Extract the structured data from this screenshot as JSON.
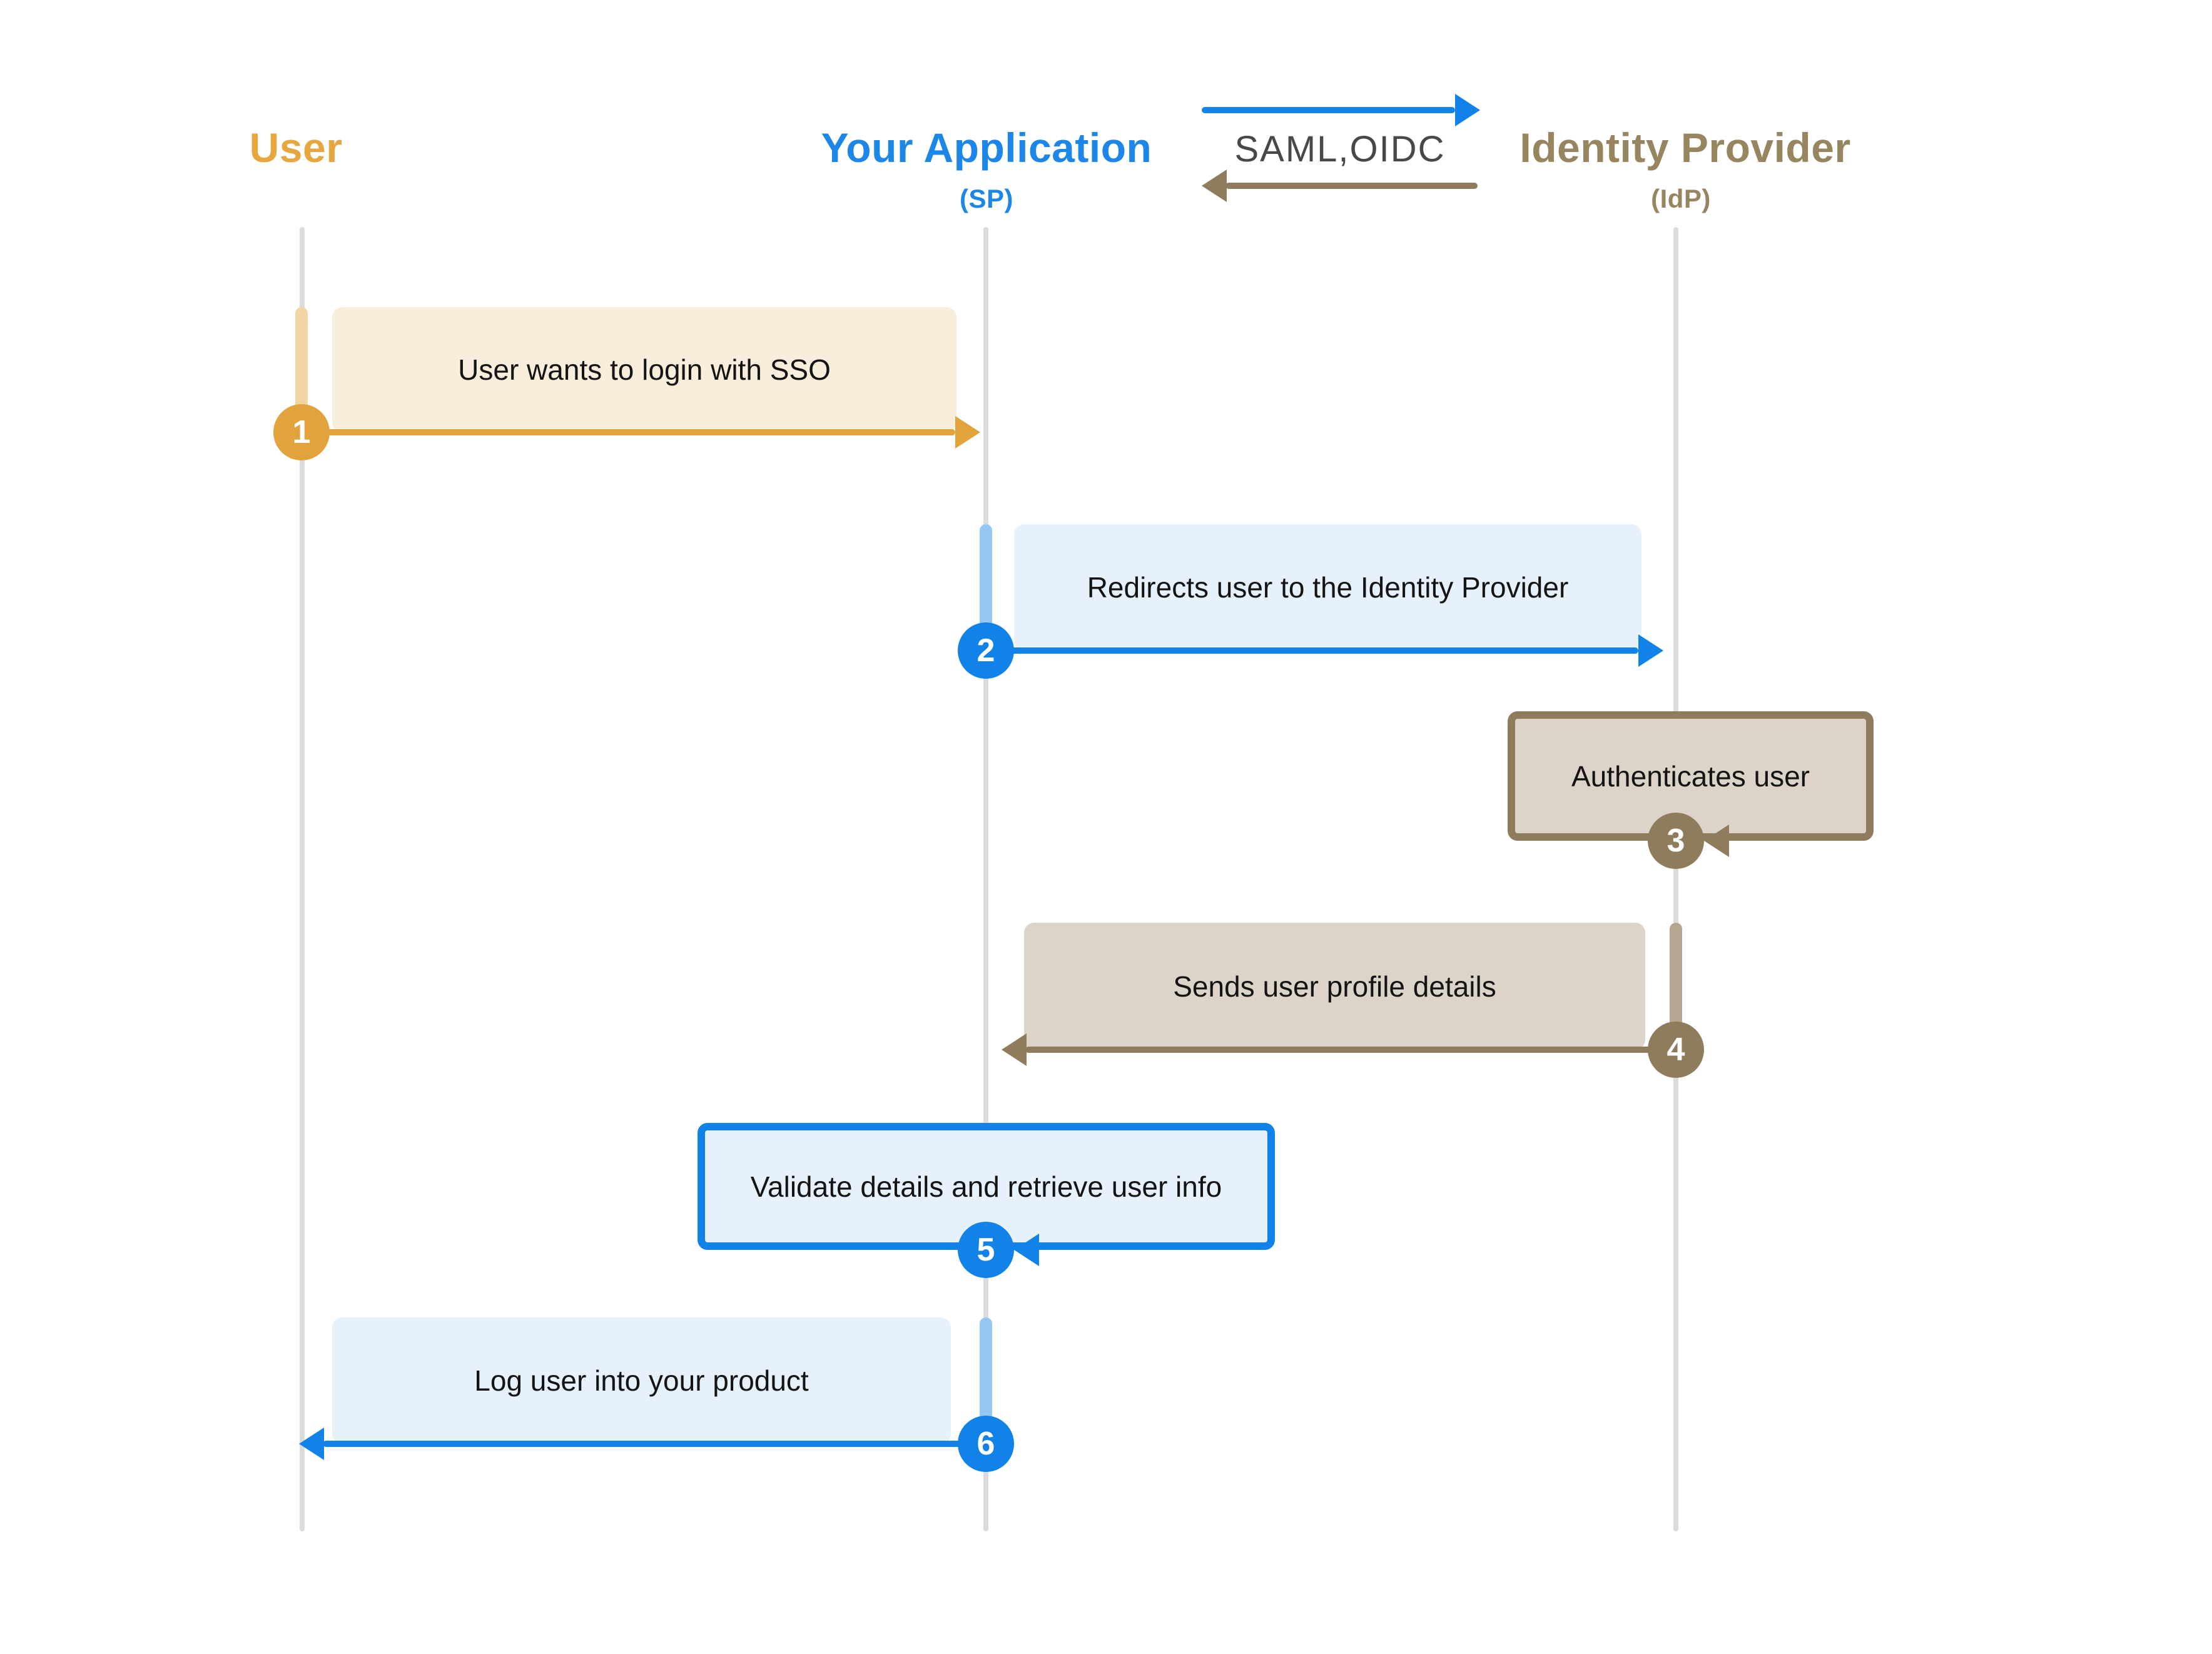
{
  "diagram": {
    "title_hint": "SSO login sequence",
    "actors": [
      {
        "id": "user",
        "label": "User",
        "sublabel": ""
      },
      {
        "id": "sp",
        "label": "Your Application",
        "sublabel": "(SP)"
      },
      {
        "id": "idp",
        "label": "Identity Provider",
        "sublabel": "(IdP)"
      }
    ],
    "protocol": {
      "label": "SAML,OIDC"
    },
    "steps": [
      {
        "num": "1",
        "label": "User wants to login with SSO"
      },
      {
        "num": "2",
        "label": "Redirects user to the Identity Provider"
      },
      {
        "num": "3",
        "label": "Authenticates user"
      },
      {
        "num": "4",
        "label": "Sends user profile details"
      },
      {
        "num": "5",
        "label": "Validate details and retrieve user info"
      },
      {
        "num": "6",
        "label": "Log user into your product"
      }
    ]
  },
  "colors": {
    "gold": "#E2A33C",
    "goldLight": "#F1D6A3",
    "goldHeader": "#E6A73E",
    "creamBox": "#F8EEDB",
    "blue": "#1183E8",
    "blueLight": "#94C7F3",
    "blueHeader": "#1C87E8",
    "blueBox": "#E7F1FB",
    "brown": "#8E7C5C",
    "brownLight": "#B5A78F",
    "brownHeader": "#97855F",
    "brownBox": "#DCD3C9",
    "lifeline": "#DBDBDB",
    "samlText": "#48484B",
    "boxText": "#141414",
    "numberText": "#FFFFFF"
  }
}
